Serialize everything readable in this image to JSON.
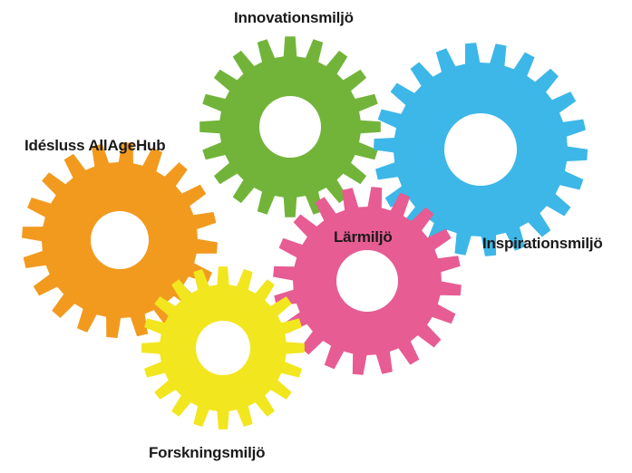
{
  "gears": [
    {
      "id": "innovation",
      "label": "Innovationsmiljö",
      "color": "#72b43a"
    },
    {
      "id": "inspiration",
      "label": "Inspirationsmiljö",
      "color": "#3cb7e8"
    },
    {
      "id": "idesluss",
      "label": "Idésluss AllAgeHub",
      "color": "#f29a1e"
    },
    {
      "id": "larmiljo",
      "label": "Lärmiljö",
      "color": "#e75c93"
    },
    {
      "id": "forskning",
      "label": "Forskningsmiljö",
      "color": "#f2e61f"
    }
  ]
}
